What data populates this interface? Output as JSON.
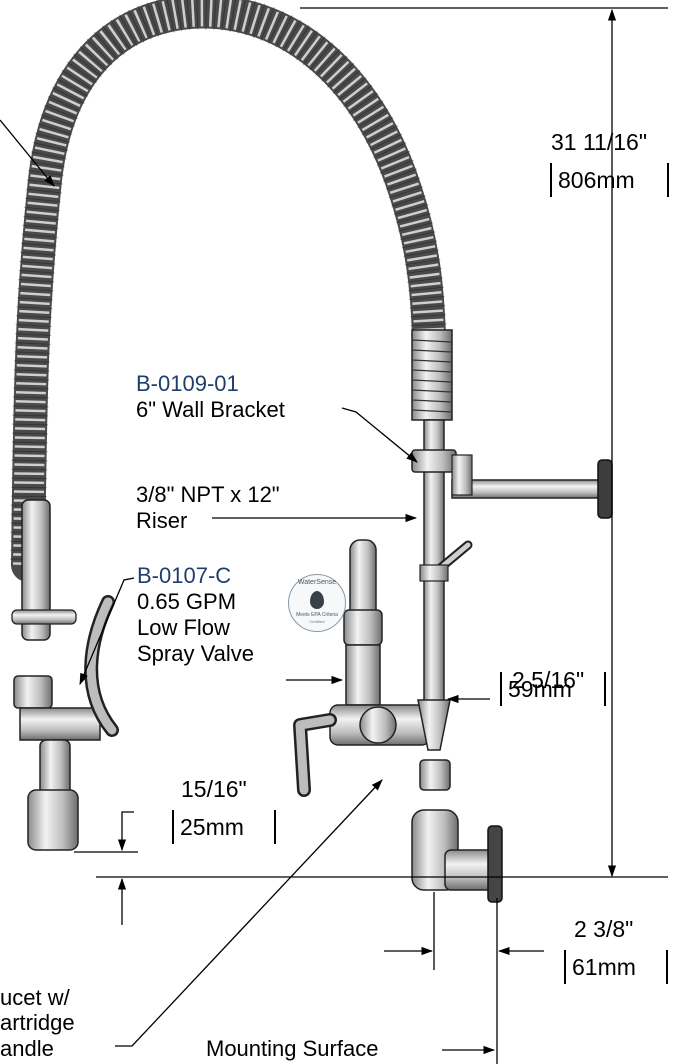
{
  "labels": {
    "wall_bracket_part": "B-0109-01",
    "wall_bracket_desc": "6\" Wall Bracket",
    "riser_line1": "3/8\" NPT x 12\"",
    "riser_line2": "Riser",
    "spray_part": "B-0107-C",
    "spray_line1": "0.65 GPM",
    "spray_line2": "Low Flow",
    "spray_line3": "Spray Valve",
    "faucet_line1": "ucet w/",
    "faucet_line2": "artridge",
    "faucet_line3": "andle",
    "mounting_surface": "Mounting Surface"
  },
  "dimensions": {
    "height_in": "31 11/16\"",
    "height_mm": "806mm",
    "riser_offset_in": "2 5/16\"",
    "riser_offset_mm": "59mm",
    "spray_clearance_in": "15/16\"",
    "spray_clearance_mm": "25mm",
    "wall_offset_in": "2 3/8\"",
    "wall_offset_mm": "61mm"
  },
  "badge": {
    "top": "WaterSense",
    "mid": "Meets EPA Criteria",
    "bottom": "Certified"
  },
  "colors": {
    "line": "#000000",
    "part_number": "#1c3f6e",
    "metal_light": "#d9d9d9",
    "metal_dark": "#5a5a5a"
  }
}
